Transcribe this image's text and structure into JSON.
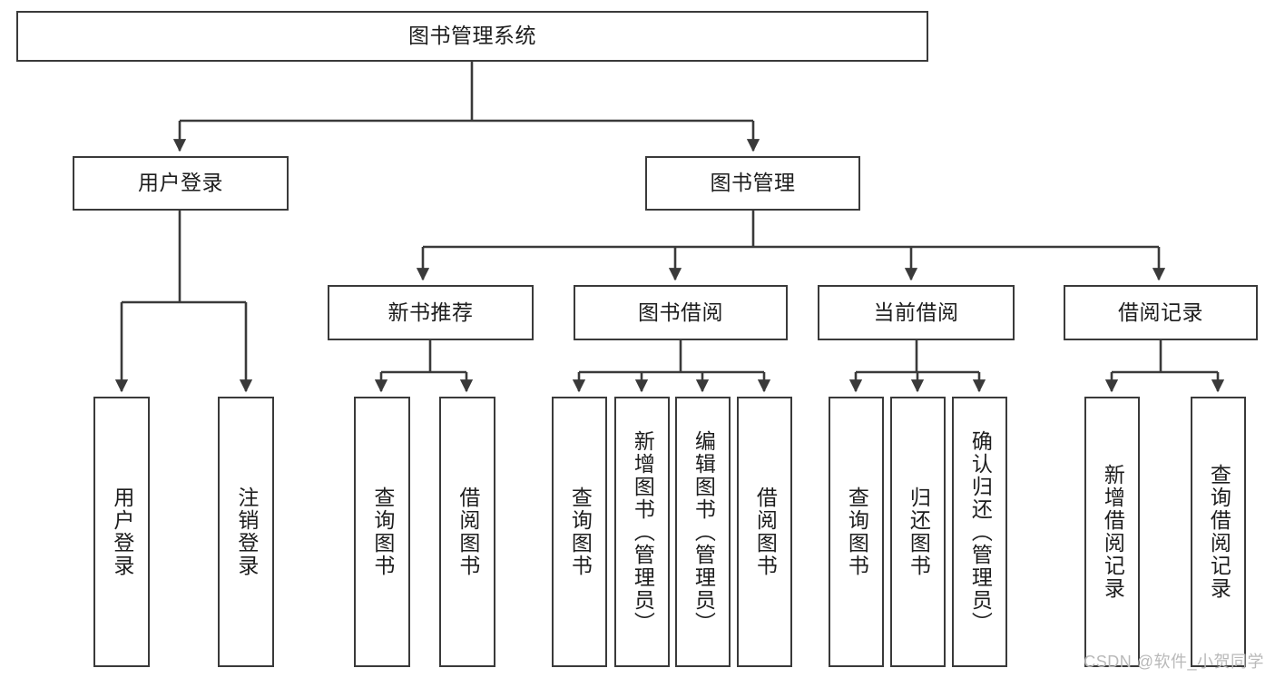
{
  "diagram": {
    "title": "图书管理系统",
    "type": "tree",
    "orientation": "top-down",
    "line_color": "#3a3a3a",
    "box_fill": "#ffffff",
    "text_color": "#1d1d1d",
    "watermark": "CSDN @软件_小贺同学",
    "nodes": {
      "root": {
        "label": "图书管理系统"
      },
      "level2": [
        {
          "id": "user-login",
          "label": "用户登录"
        },
        {
          "id": "book-management",
          "label": "图书管理"
        }
      ],
      "level3": [
        {
          "id": "new-book-recommend",
          "label": "新书推荐"
        },
        {
          "id": "book-borrow",
          "label": "图书借阅"
        },
        {
          "id": "current-borrow",
          "label": "当前借阅"
        },
        {
          "id": "borrow-record",
          "label": "借阅记录"
        }
      ],
      "leaves": {
        "user_login": [
          {
            "id": "leaf-user-login",
            "label": "用户登录"
          },
          {
            "id": "leaf-logout-login",
            "label": "注销登录"
          }
        ],
        "new_book_recommend": [
          {
            "id": "leaf-query-book-1",
            "label": "查询图书"
          },
          {
            "id": "leaf-borrow-book-1",
            "label": "借阅图书"
          }
        ],
        "book_borrow": [
          {
            "id": "leaf-query-book-2",
            "label": "查询图书"
          },
          {
            "id": "leaf-add-book-admin",
            "label": "新增图书（管理员）"
          },
          {
            "id": "leaf-edit-book-admin",
            "label": "编辑图书（管理员）"
          },
          {
            "id": "leaf-borrow-book-2",
            "label": "借阅图书"
          }
        ],
        "current_borrow": [
          {
            "id": "leaf-query-book-3",
            "label": "查询图书"
          },
          {
            "id": "leaf-return-book",
            "label": "归还图书"
          },
          {
            "id": "leaf-confirm-return-admin",
            "label": "确认归还（管理员）"
          }
        ],
        "borrow_record": [
          {
            "id": "leaf-add-borrow-record",
            "label": "新增借阅记录"
          },
          {
            "id": "leaf-query-borrow-record",
            "label": "查询借阅记录"
          }
        ]
      }
    }
  }
}
